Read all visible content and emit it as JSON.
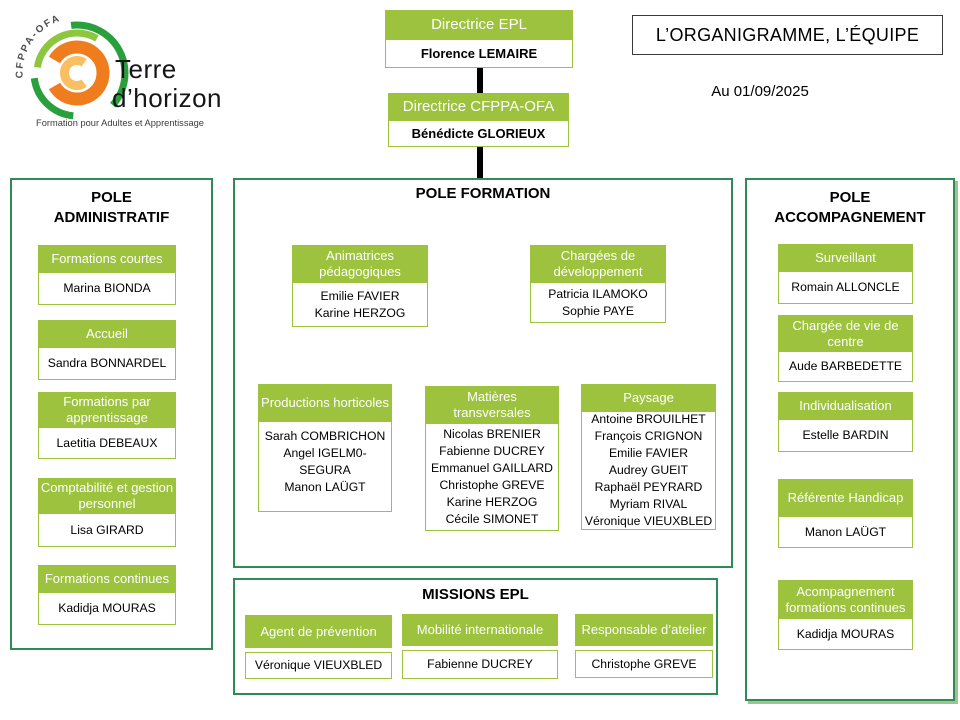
{
  "logo": {
    "arc_text": "CFPPA-OFA",
    "brand_line1": "Terre",
    "brand_line2": "d’horizon",
    "tagline": "Formation pour Adultes et Apprentissage"
  },
  "header": {
    "title": "L’ORGANIGRAMME, L’ÉQUIPE",
    "date": "Au 01/09/2025"
  },
  "chain": [
    {
      "role": "Directrice EPL",
      "names": [
        "Florence LEMAIRE"
      ]
    },
    {
      "role": "Directrice CFPPA-OFA",
      "names": [
        "Bénédicte GLORIEUX"
      ]
    }
  ],
  "poles": {
    "administratif": {
      "title": "POLE ADMINISTRATIF",
      "units": [
        {
          "role": "Formations courtes",
          "names": [
            "Marina BIONDA"
          ]
        },
        {
          "role": "Accueil",
          "names": [
            "Sandra BONNARDEL"
          ]
        },
        {
          "role": "Formations par apprentissage",
          "names": [
            "Laetitia DEBEAUX"
          ]
        },
        {
          "role": "Comptabilité et gestion personnel",
          "names": [
            "Lisa GIRARD"
          ]
        },
        {
          "role": "Formations continues",
          "names": [
            "Kadidja MOURAS"
          ]
        }
      ]
    },
    "formation": {
      "title": "POLE FORMATION",
      "units": [
        {
          "role": "Animatrices pédagogiques",
          "names": [
            "Emilie FAVIER",
            "Karine HERZOG"
          ]
        },
        {
          "role": "Chargées de développement",
          "names": [
            "Patricia ILAMOKO",
            "Sophie PAYE"
          ]
        },
        {
          "role": "Productions horticoles",
          "names": [
            "Sarah COMBRICHON",
            "Angel IGELM0-SEGURA",
            "Manon LAÜGT"
          ]
        },
        {
          "role": "Matières transversales",
          "names": [
            "Nicolas BRENIER",
            "Fabienne DUCREY",
            "Emmanuel GAILLARD",
            "Christophe GREVE",
            "Karine HERZOG",
            "Cécile SIMONET"
          ]
        },
        {
          "role": "Paysage",
          "names": [
            "Antoine BROUILHET",
            "François CRIGNON",
            "Emilie FAVIER",
            "Audrey GUEIT",
            "Raphaël PEYRARD",
            "Myriam RIVAL",
            "Véronique VIEUXBLED"
          ]
        }
      ]
    },
    "missions": {
      "title": "MISSIONS EPL",
      "units": [
        {
          "role": "Agent de prévention",
          "names": [
            "Véronique VIEUXBLED"
          ]
        },
        {
          "role": "Mobilité internationale",
          "names": [
            "Fabienne DUCREY"
          ]
        },
        {
          "role": "Responsable d’atelier",
          "names": [
            "Christophe GREVE"
          ]
        }
      ]
    },
    "accompagnement": {
      "title": "POLE ACCOMPAGNEMENT",
      "units": [
        {
          "role": "Surveillant",
          "names": [
            "Romain ALLONCLE"
          ]
        },
        {
          "role": "Chargée de vie de centre",
          "names": [
            "Aude BARBEDETTE"
          ]
        },
        {
          "role": "Individualisation",
          "names": [
            "Estelle BARDIN"
          ]
        },
        {
          "role": "Référente Handicap",
          "names": [
            "Manon LAÜGT"
          ]
        },
        {
          "role": "Acompagnement formations continues",
          "names": [
            "Kadidja MOURAS"
          ]
        }
      ]
    }
  },
  "colors": {
    "role_header_green": "#9cc23e",
    "container_border_green": "#2e8b57",
    "connector_black": "#000000",
    "logo_dark_green": "#2aa03c",
    "logo_light_green": "#8dc63f",
    "logo_orange": "#f07d1d",
    "logo_pale_orange": "#fbbf63"
  }
}
